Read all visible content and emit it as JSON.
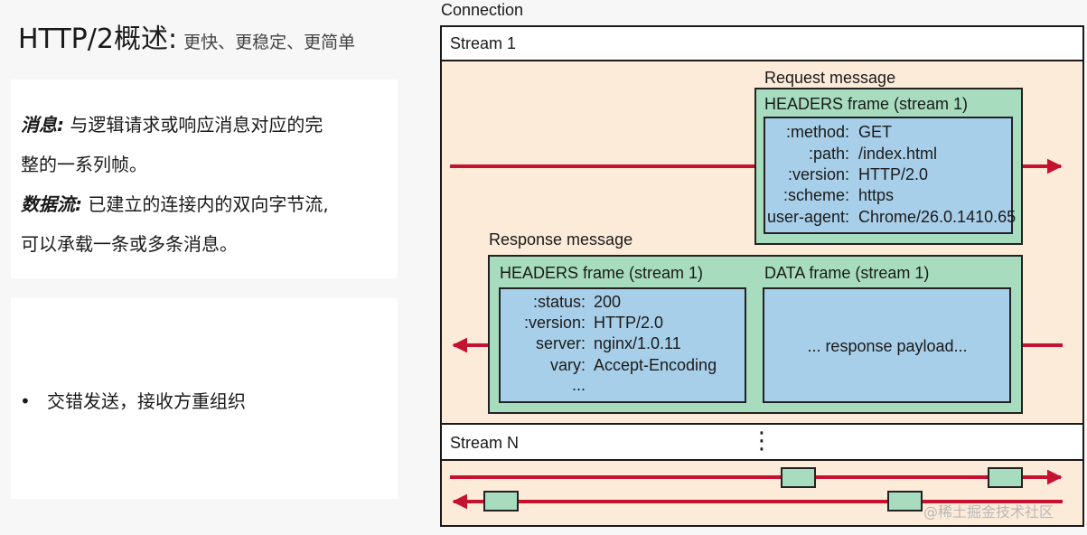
{
  "title": {
    "main": "HTTP/2概述:",
    "sub": "更快、更稳定、更简单"
  },
  "definitions": {
    "message_term": "消息:",
    "message_def_l1": "与逻辑请求或响应消息对应的完",
    "message_def_l2": "整的一系列帧。",
    "stream_term": "数据流:",
    "stream_def_l1": "已建立的连接内的双向字节流,",
    "stream_def_l2": "可以承载一条或多条消息。"
  },
  "bullets": [
    "交错发送，接收方重组织"
  ],
  "diagram": {
    "connection_label": "Connection",
    "stream1_label": "Stream 1",
    "streamN_label": "Stream N",
    "ellipsis": "⋮",
    "request": {
      "label": "Request message",
      "frame_title": "HEADERS frame (stream 1)",
      "keys": [
        ":method:",
        ":path:",
        ":version:",
        ":scheme:",
        "user-agent:"
      ],
      "values": [
        "GET",
        "/index.html",
        "HTTP/2.0",
        "https",
        "Chrome/26.0.1410.65"
      ]
    },
    "response": {
      "label": "Response message",
      "headers_frame_title": "HEADERS frame (stream 1)",
      "data_frame_title": "DATA frame (stream 1)",
      "keys": [
        ":status:",
        ":version:",
        "server:",
        "vary:"
      ],
      "values": [
        "200",
        "HTTP/2.0",
        "nginx/1.0.11",
        "Accept-Encoding"
      ],
      "more": "...",
      "payload": "... response payload..."
    },
    "colors": {
      "stream_bg": "#fdebd9",
      "frame_green": "#a8dcbe",
      "payload_blue": "#a8cfe9",
      "arrow_red": "#c41230",
      "frame_border": "#222222"
    }
  },
  "watermark": "@稀土掘金技术社区"
}
